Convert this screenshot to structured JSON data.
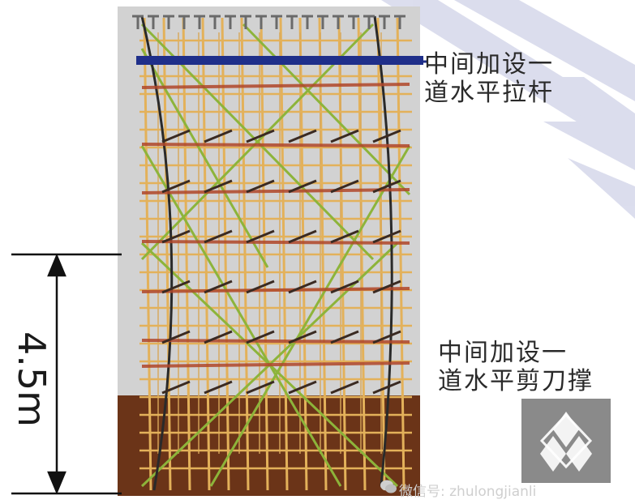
{
  "annotations": {
    "top_line1": "中间加设一",
    "top_line2": "道水平拉杆",
    "mid_line1": "中间加设一",
    "mid_line2": "道水平剪刀撑",
    "dimension": "4.5m"
  },
  "watermark": {
    "text": "微信号: zhulongjianli",
    "icon": "wechat-icon"
  },
  "colors": {
    "pole": "#e3b15a",
    "brace": "#8db43a",
    "ground": "#6b3418",
    "top_bar": "#1f2f8a",
    "tie_bar": "#b0472a",
    "watermark_stripe": "#dadced"
  }
}
